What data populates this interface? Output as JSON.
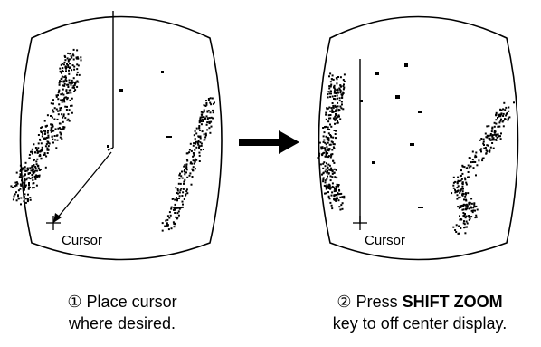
{
  "panels": [
    {
      "cursor_label": "Cursor"
    },
    {
      "cursor_label": "Cursor"
    }
  ],
  "captions": {
    "step1_number": "①",
    "step1_line1": "Place cursor",
    "step1_line2": "where desired.",
    "step2_number": "②",
    "step2_press": "Press",
    "step2_key": "SHIFT ZOOM",
    "step2_line2": "key to off center display."
  },
  "icons": {
    "arrow": "right-arrow-icon",
    "cursor": "crosshair-cursor-icon"
  },
  "colors": {
    "ink": "#000000",
    "background": "#ffffff"
  }
}
